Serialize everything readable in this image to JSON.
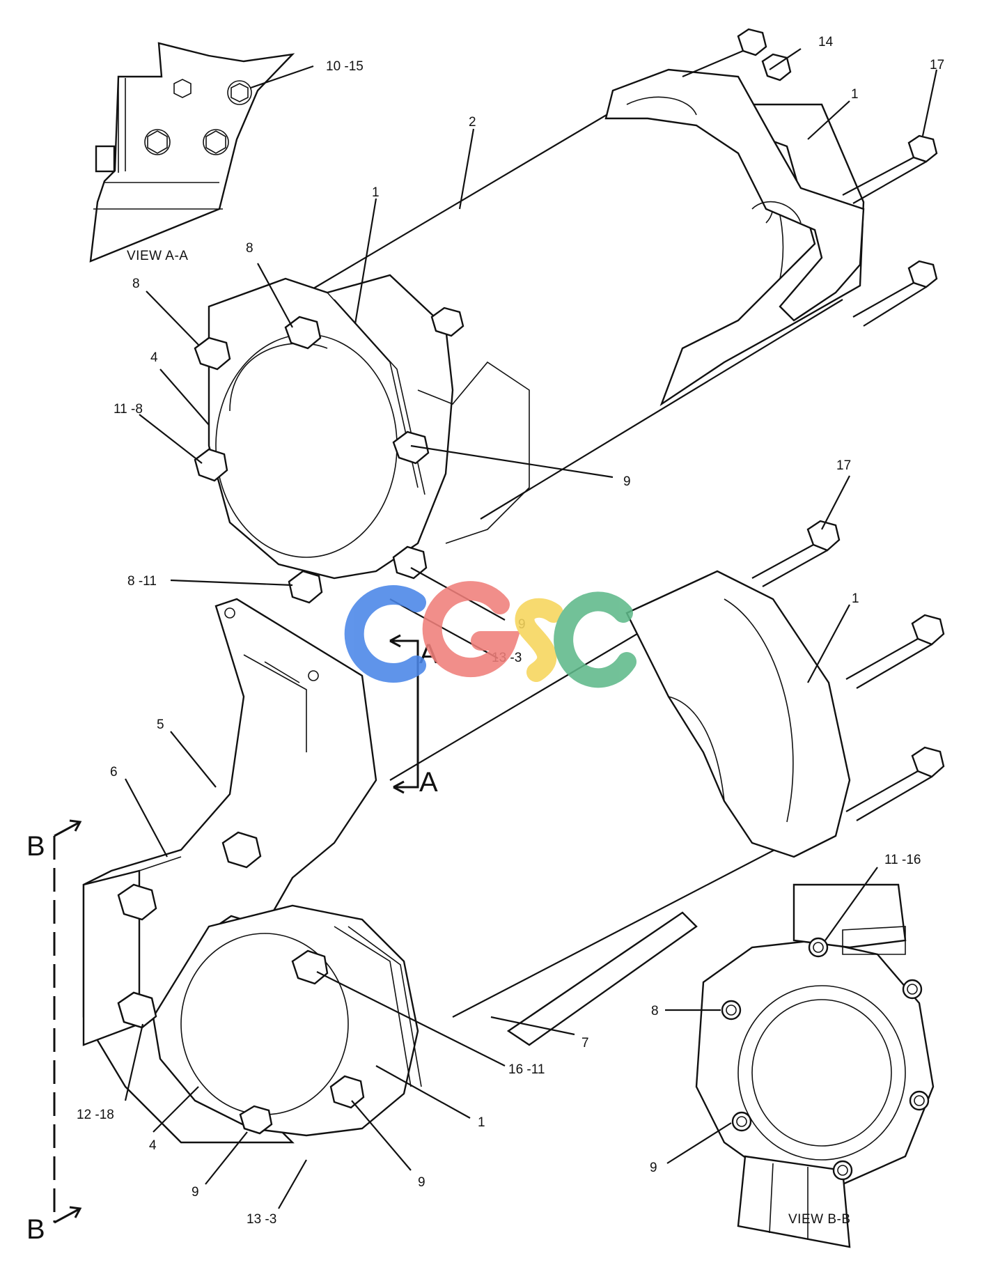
{
  "views": {
    "view_a": "VIEW A-A",
    "view_b": "VIEW B-B"
  },
  "section_markers": {
    "a_top": "A",
    "a_bottom": "A",
    "b_top": "B",
    "b_bottom": "B"
  },
  "callouts": {
    "c_10_15": "10 -15",
    "c_14": "14",
    "c_17_top": "17",
    "c_1_top": "1",
    "c_2": "2",
    "c_1_mid": "1",
    "c_8_a": "8",
    "c_8_b": "8",
    "c_4_top": "4",
    "c_11_8": "11 -8",
    "c_9_mid": "9",
    "c_8_11": "8 -11",
    "c_9_lower": "9",
    "c_13_3_mid": "13 -3",
    "c_17_mid": "17",
    "c_1_right": "1",
    "c_5": "5",
    "c_6": "6",
    "c_11_16": "11 -16",
    "c_8_viewb": "8",
    "c_7": "7",
    "c_16_11": "16 -11",
    "c_12_18": "12 -18",
    "c_1_bottom": "1",
    "c_4_bottom": "4",
    "c_9_bl": "9",
    "c_9_bm": "9",
    "c_13_3_bottom": "13 -3",
    "c_9_viewb": "9"
  },
  "watermark": {
    "letters": [
      "C",
      "G",
      "S",
      "C"
    ],
    "colors": [
      "#4a86e8",
      "#f07f7a",
      "#f6d55c",
      "#5fb98a"
    ]
  }
}
